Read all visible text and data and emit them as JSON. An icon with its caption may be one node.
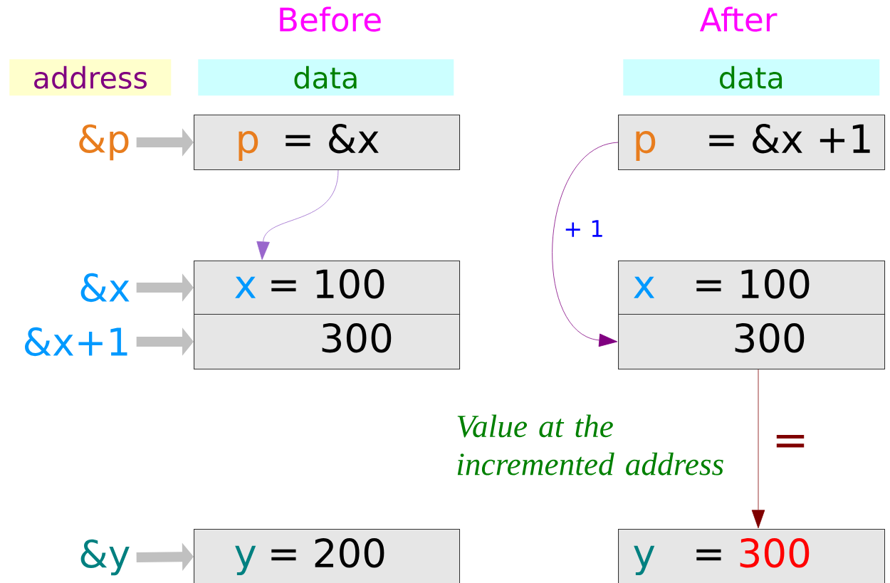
{
  "diagram": {
    "nodes": [
      {
        "text": [
          "address"
        ]
      },
      {
        "text": [
          "data"
        ]
      },
      {
        "text": [
          "data"
        ]
      },
      {
        "text": [
          "&p"
        ]
      },
      {
        "text": [
          "p",
          "= &x"
        ]
      },
      {
        "text": [
          "p",
          "= &x +1"
        ]
      },
      {
        "text": [
          "&x"
        ]
      },
      {
        "text": [
          "x",
          "= 100"
        ]
      },
      {
        "text": [
          "x",
          "= 100"
        ]
      },
      {
        "text": [
          "&x+1"
        ]
      },
      {
        "text": [
          "300"
        ]
      },
      {
        "text": [
          "300"
        ]
      },
      {
        "text": [
          "&y"
        ]
      },
      {
        "text": [
          "y",
          "= 200"
        ]
      },
      {
        "text": [
          "y",
          "=",
          "300"
        ]
      }
    ],
    "edges": [
      {
        "from": 3,
        "to": 4,
        "arrow": "to"
      },
      {
        "from": 6,
        "to": 7,
        "arrow": "to"
      },
      {
        "from": 9,
        "to": 10,
        "arrow": "to"
      },
      {
        "from": 12,
        "to": 13,
        "arrow": "to"
      },
      {
        "from": 4,
        "to": 7,
        "arrow": "to",
        "color": "#9966cc"
      },
      {
        "from": 5,
        "to": 11,
        "arrow": "to",
        "label": "+ 1",
        "color": "#800080"
      },
      {
        "from": 11,
        "to": 14,
        "arrow": "to",
        "label": "=",
        "color": "#800000"
      }
    ],
    "labels": [
      "Before",
      "After",
      "Value at the incremented address"
    ]
  }
}
